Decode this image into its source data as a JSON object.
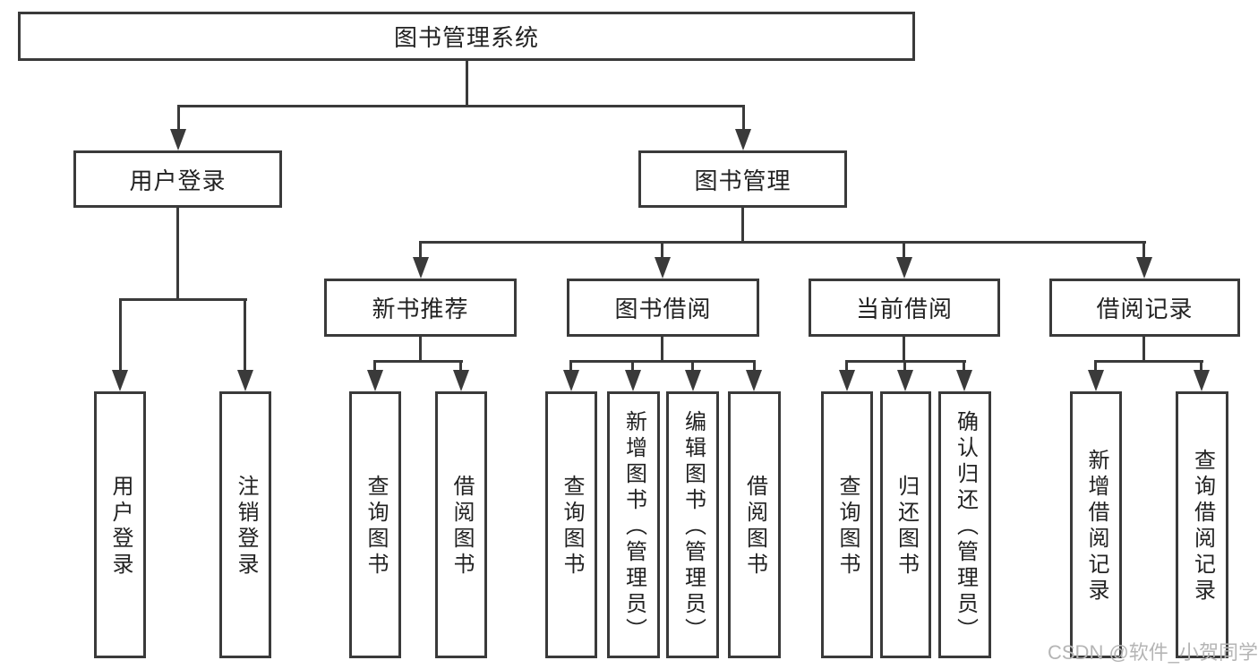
{
  "colors": {
    "line": "#3a3a3a",
    "border": "#3a3a3a",
    "text": "#222222",
    "watermark": "#b5b5b5",
    "background": "#ffffff"
  },
  "nodes": {
    "root": "图书管理系统",
    "user_login": "用户登录",
    "book_mgmt": "图书管理",
    "new_book_rec": "新书推荐",
    "book_borrow": "图书借阅",
    "current_borrow": "当前借阅",
    "borrow_records": "借阅记录",
    "leaf_user_login": "用户登录",
    "leaf_logout": "注销登录",
    "leaf_query_book_rec": "查询图书",
    "leaf_borrow_book_rec": "借阅图书",
    "leaf_query_book_borrow": "查询图书",
    "leaf_add_book": "新增图书（管理员）",
    "leaf_edit_book": "编辑图书（管理员）",
    "leaf_borrow_book_borrow": "借阅图书",
    "leaf_query_book_current": "查询图书",
    "leaf_return_book": "归还图书",
    "leaf_confirm_return": "确认归还（管理员）",
    "leaf_add_borrow_record": "新增借阅记录",
    "leaf_query_borrow_record": "查询借阅记录"
  },
  "watermark": "CSDN @软件_小贺同学"
}
